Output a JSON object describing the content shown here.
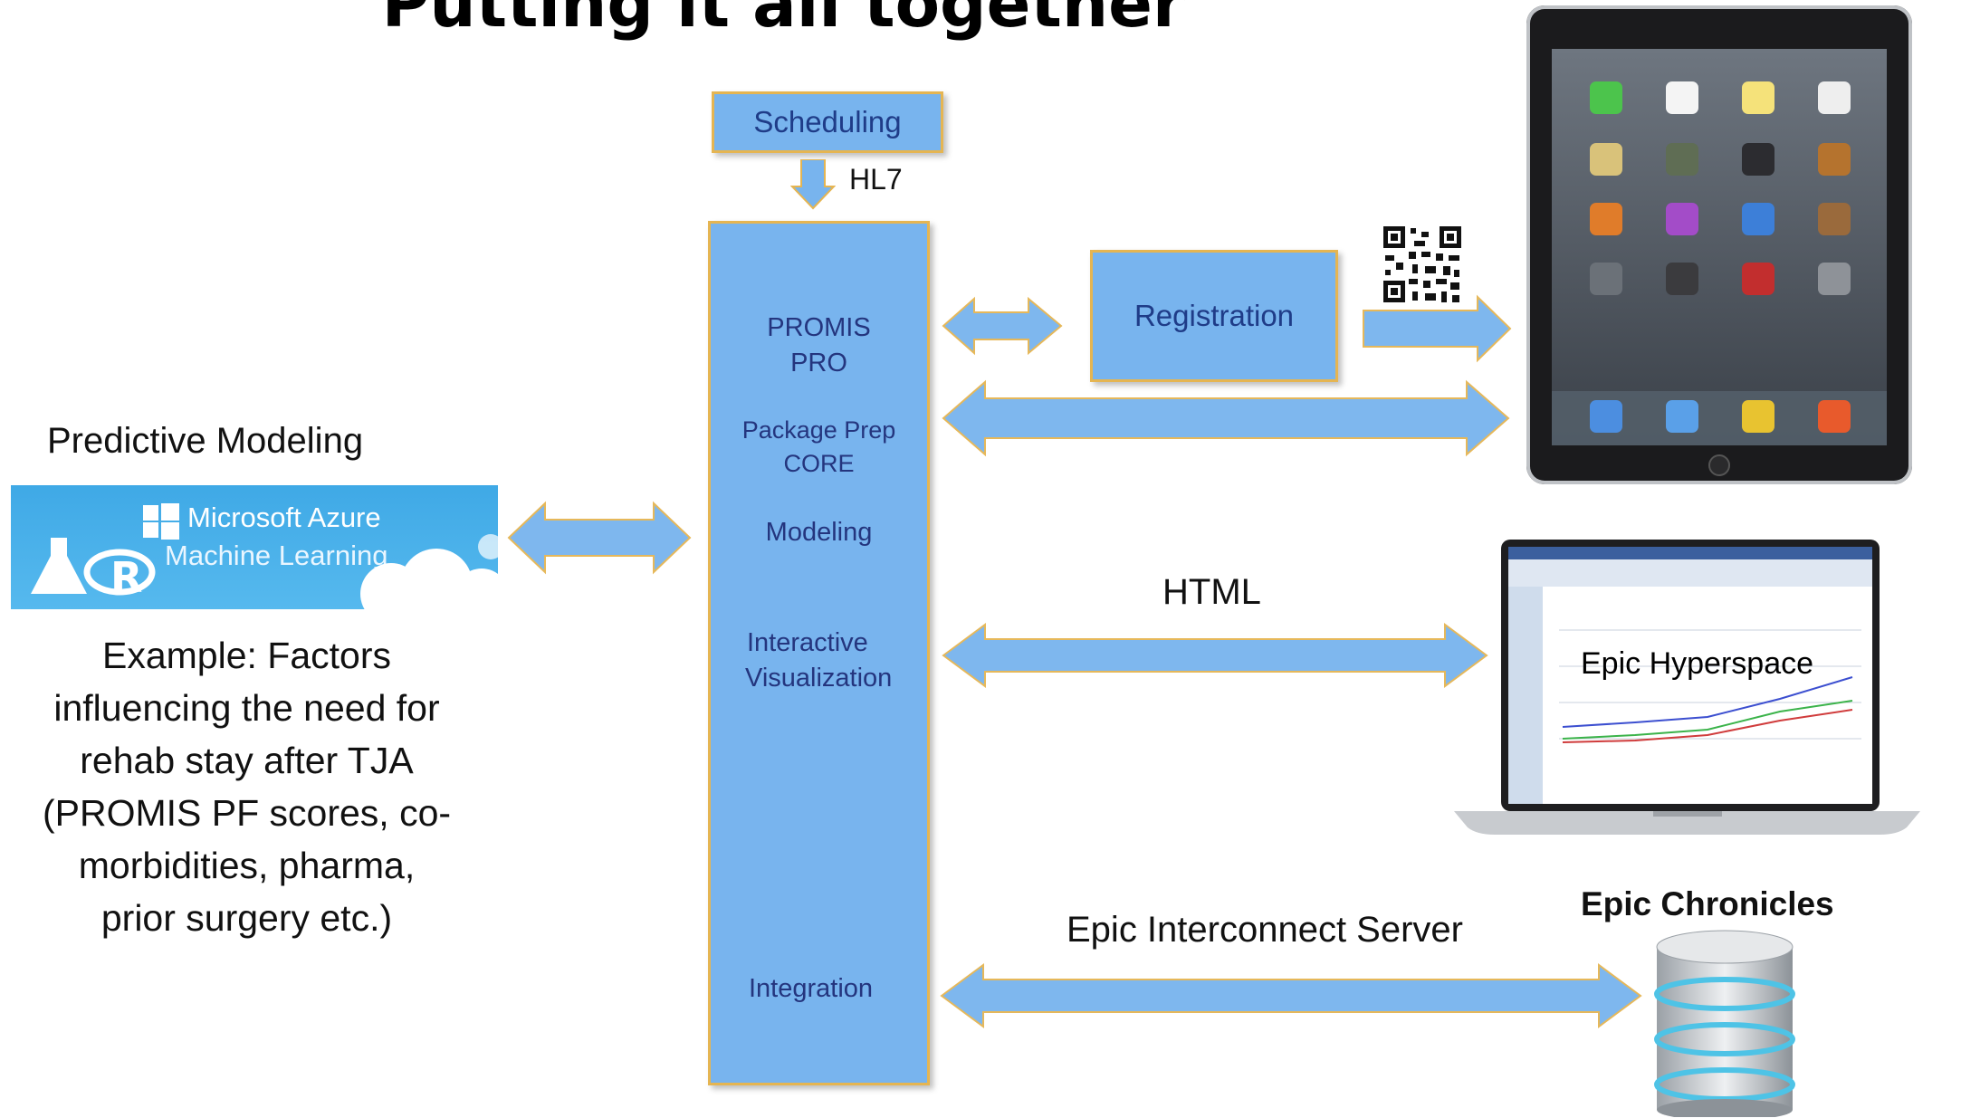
{
  "title": "Putting it all together",
  "scheduling": "Scheduling",
  "hl7": "HL7",
  "registration": "Registration",
  "core": {
    "promis": "PROMIS",
    "pro": "PRO",
    "package_prep": "Package Prep",
    "core": "CORE",
    "modeling": "Modeling",
    "interactive": "Interactive",
    "visualization": "Visualization",
    "integration": "Integration"
  },
  "predictive_modeling": "Predictive Modeling",
  "azure": {
    "line1": "Microsoft Azure",
    "line2": "Machine Learning"
  },
  "example": [
    "Example:  Factors",
    "influencing the need for",
    "rehab stay after TJA",
    "(PROMIS PF scores, co-",
    "morbidities, pharma,",
    "prior surgery etc.)"
  ],
  "html_label": "HTML",
  "epic_hyperspace": "Epic Hyperspace",
  "epic_interconnect": "Epic Interconnect Server",
  "epic_chronicles": "Epic Chronicles",
  "colors": {
    "box": "#78b4ee",
    "box_border": "#e5b552",
    "arrow": "#78b4ee",
    "text_blue": "#24357e"
  }
}
